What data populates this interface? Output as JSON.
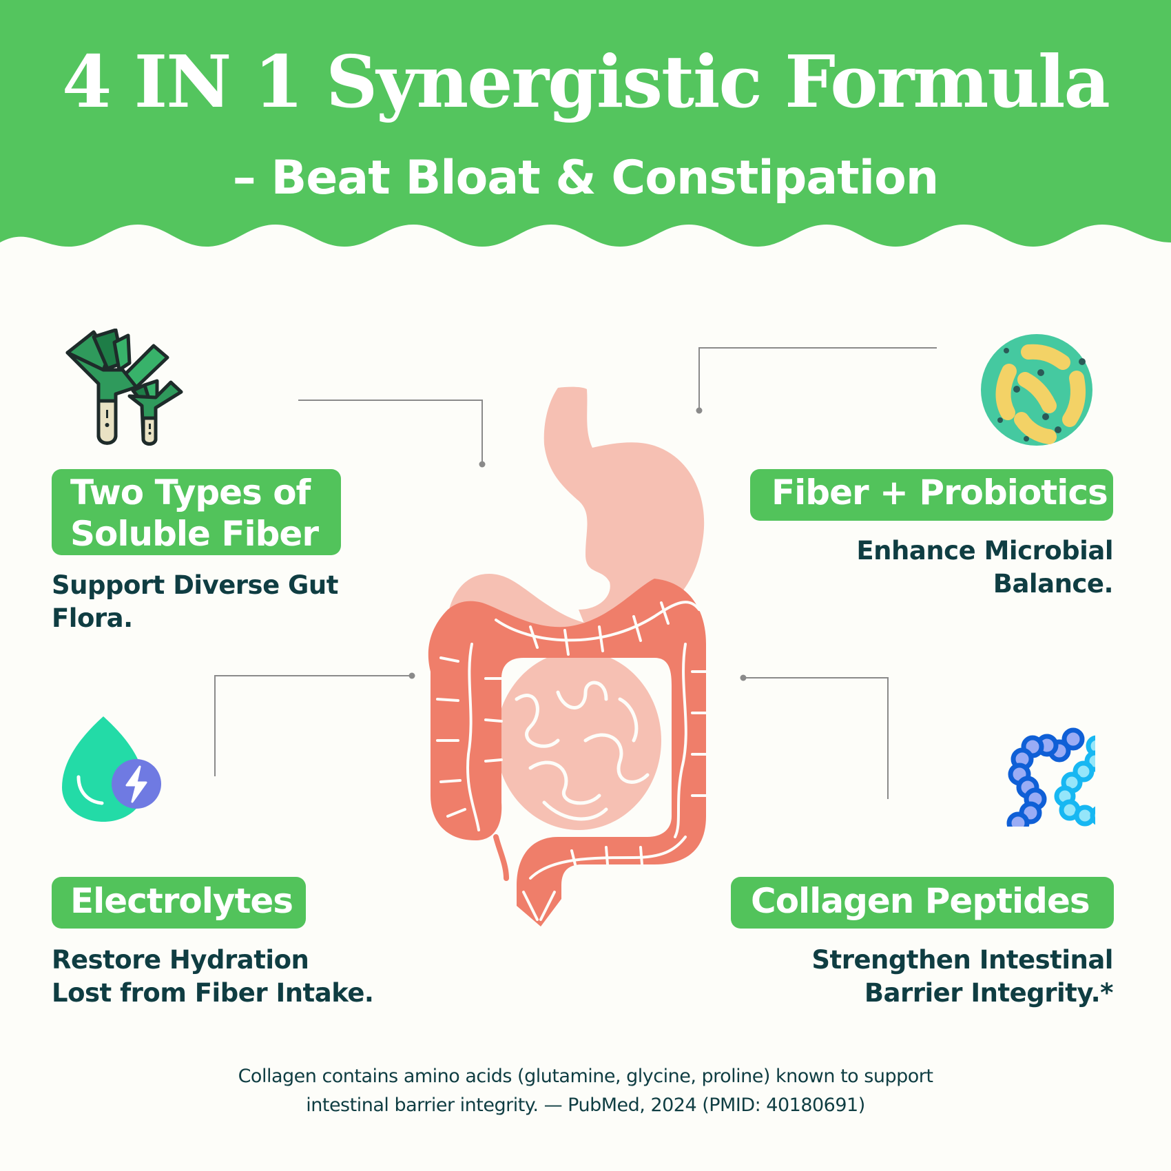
{
  "header": {
    "title": "4 IN 1 Synergistic Formula",
    "subtitle": "– Beat Bloat & Constipation",
    "background_color": "#54c55e"
  },
  "features": [
    {
      "id": "soluble-fiber",
      "icon": "leek-icon",
      "badge_lines": [
        "Two Types of",
        "Soluble Fiber"
      ],
      "description_lines": [
        "Support Diverse Gut",
        "Flora."
      ]
    },
    {
      "id": "fiber-probiotics",
      "icon": "bacteria-icon",
      "badge_lines": [
        "Fiber + Probiotics"
      ],
      "description_lines": [
        "Enhance Microbial",
        "Balance."
      ]
    },
    {
      "id": "electrolytes",
      "icon": "water-drop-lightning-icon",
      "badge_lines": [
        "Electrolytes"
      ],
      "description_lines": [
        "Restore Hydration",
        "Lost from Fiber Intake."
      ]
    },
    {
      "id": "collagen-peptides",
      "icon": "peptide-chain-icon",
      "badge_lines": [
        "Collagen Peptides"
      ],
      "description_lines": [
        "Strengthen Intestinal",
        "Barrier Integrity.*"
      ]
    }
  ],
  "center_illustration": "digestive-system-illustration",
  "footnote": {
    "lines": [
      "Collagen contains amino acids (glutamine, glycine, proline) known to support",
      "intestinal barrier integrity. — PubMed, 2024 (PMID: 40180691)"
    ]
  },
  "colors": {
    "accent_green": "#52c35b",
    "text_dark": "#0f3d42",
    "background": "#fdfdf9",
    "stomach": "#f6c0b3",
    "colon": "#ef7e6a",
    "small_intestine": "#f6c0b3",
    "connector": "#8a8a8a"
  }
}
